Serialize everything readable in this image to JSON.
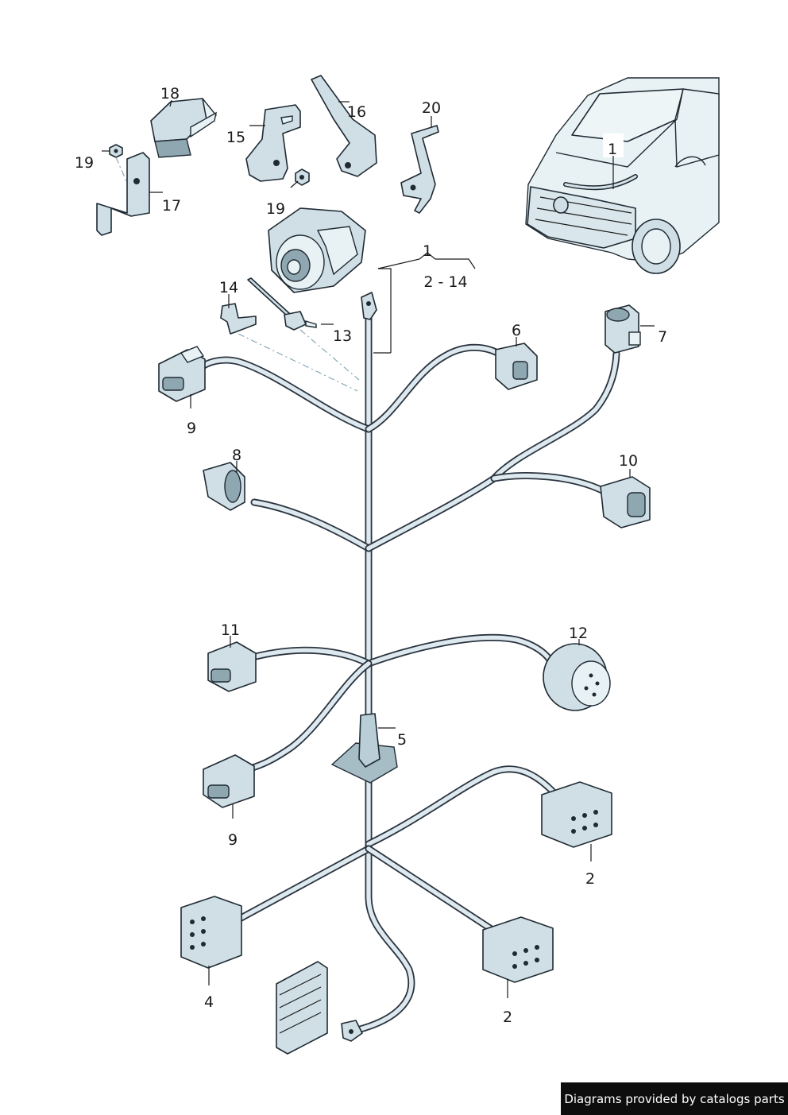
{
  "callouts": {
    "c1_top": "1",
    "c1_car": "1",
    "range": "2 - 14",
    "c2a": "2",
    "c2b": "2",
    "c4": "4",
    "c5": "5",
    "c6": "6",
    "c7": "7",
    "c8": "8",
    "c9a": "9",
    "c9b": "9",
    "c10": "10",
    "c11": "11",
    "c12": "12",
    "c13": "13",
    "c14": "14",
    "c15": "15",
    "c16": "16",
    "c17": "17",
    "c18": "18",
    "c19a": "19",
    "c19b": "19",
    "c20": "20"
  },
  "footer": "Diagrams provided by catalogs parts"
}
